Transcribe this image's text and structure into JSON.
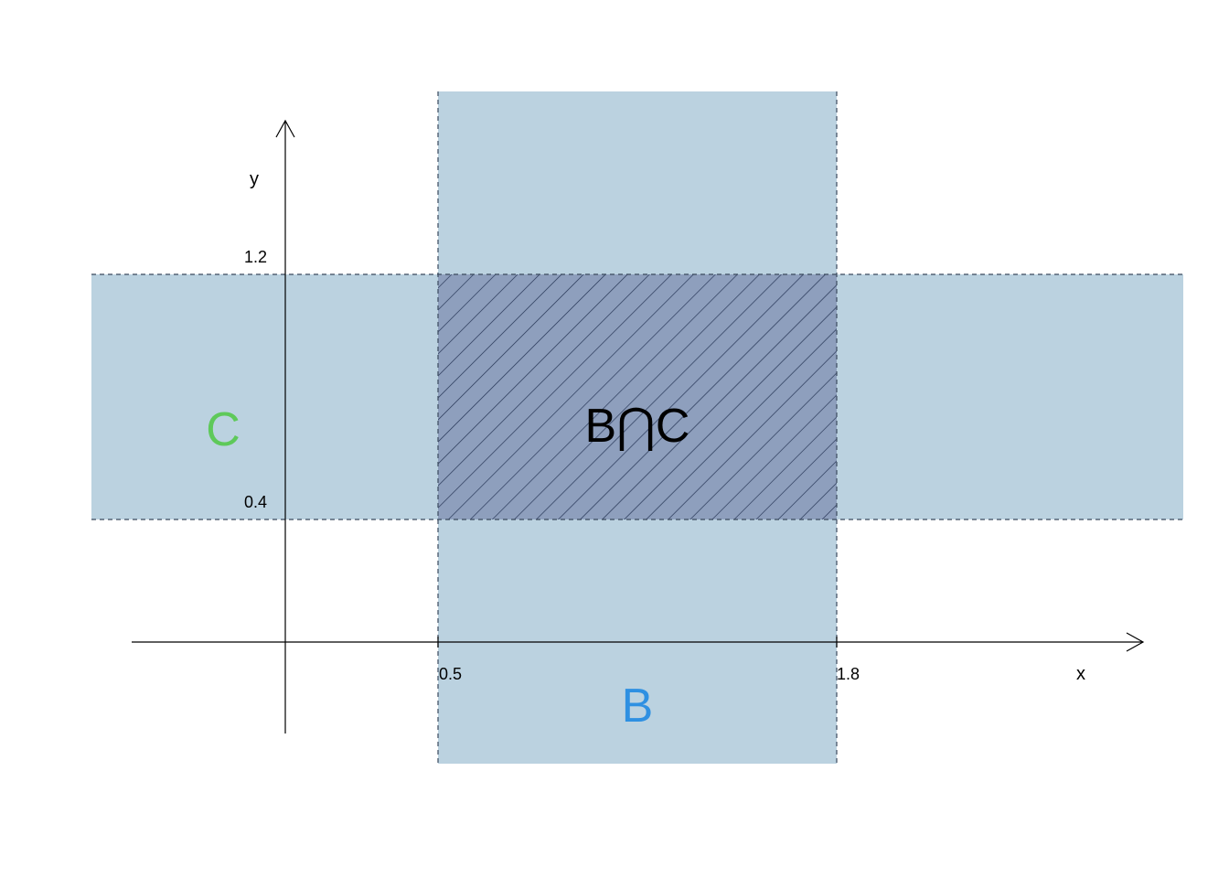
{
  "axes": {
    "x_name": "x",
    "y_name": "y",
    "x_ticks": [
      "0.5",
      "1.8"
    ],
    "y_ticks": [
      "1.2",
      "0.4"
    ]
  },
  "regions": {
    "b_label": "B",
    "c_label": "C",
    "intersection_label": "B⋂C"
  },
  "colors": {
    "region_fill": "#bbd2e0",
    "intersection_fill": "#8e9fbd",
    "hatch": "#1f2f4f",
    "b_label": "#2e90e2",
    "c_label": "#5ec95a",
    "boundary": "#3b4a5e"
  }
}
